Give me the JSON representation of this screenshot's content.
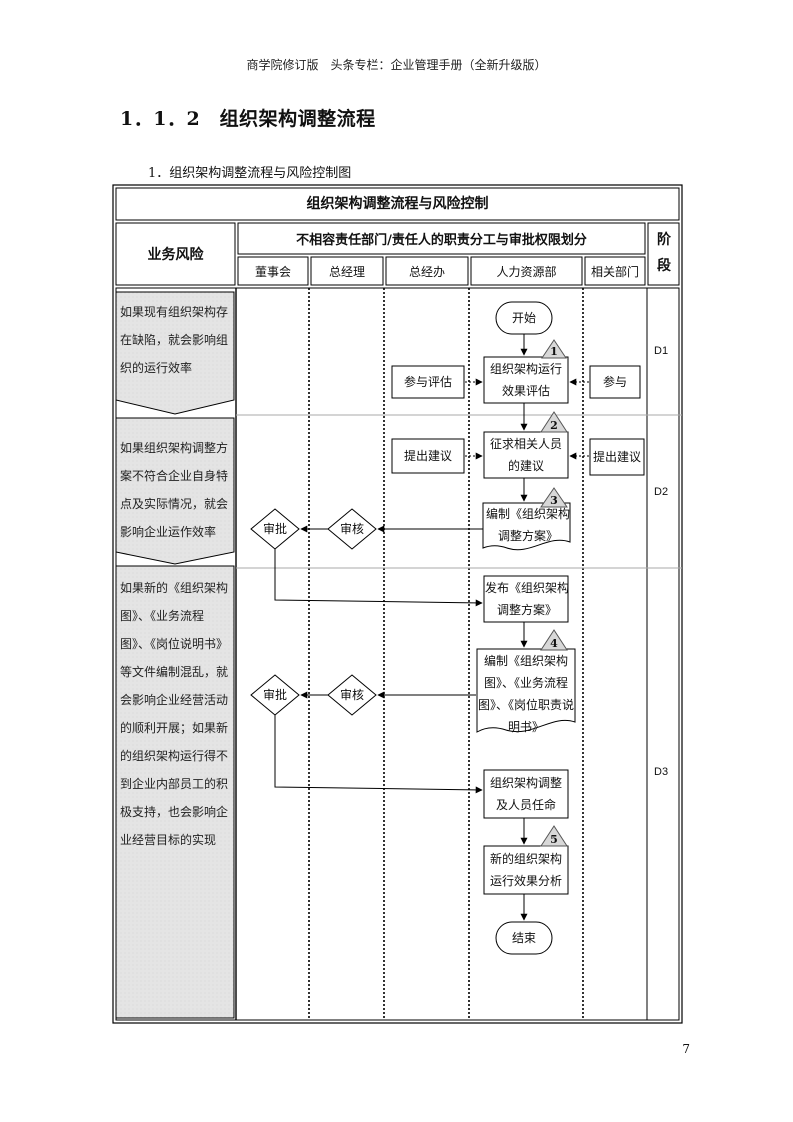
{
  "header": "商学院修订版　头条专栏：企业管理手册（全新升级版）",
  "section_title": "1．1．2　组织架构调整流程",
  "subtitle": "1．组织架构调整流程与风险控制图",
  "page_number": "7",
  "table": {
    "title": "组织架构调整流程与风险控制",
    "risk_header": "业务风险",
    "division_header": "不相容责任部门/责任人的职责分工与审批权限划分",
    "stage_header": "阶段",
    "columns": [
      "董事会",
      "总经理",
      "总经办",
      "人力资源部",
      "相关部门"
    ],
    "risks": [
      "如果现有组织架构存在缺陷，就会影响组织的运行效率",
      "如果组织架构调整方案不符合企业自身特点及实际情况，就会影响企业运作效率",
      "如果新的《组织架构图》、《业务流程图》、《岗位说明书》等文件编制混乱，就会影响企业经营活动的顺利开展；如果新的组织架构运行得不到企业内部员工的积极支持，也会影响企业经营目标的实现"
    ],
    "stages": [
      "D1",
      "D2",
      "D3"
    ]
  },
  "flow": {
    "start": "开始",
    "end": "结束",
    "s1": "组织架构运行效果评估",
    "s1_gm_office": "参与评估",
    "s1_related": "参与",
    "s2": "征求相关人员的建议",
    "s2_gm_office": "提出建议",
    "s2_related": "提出建议",
    "s3": "编制《组织架构调整方案》",
    "review1": "审核",
    "approve1": "审批",
    "publish": "发布《组织架构调整方案》",
    "s4": "编制《组织架构图》、《业务流程图》、《岗位职责说明书》",
    "review2": "审核",
    "approve2": "审批",
    "appoint": "组织架构调整及人员任命",
    "s5": "新的组织架构运行效果分析",
    "markers": [
      "1",
      "2",
      "3",
      "4",
      "5"
    ]
  }
}
